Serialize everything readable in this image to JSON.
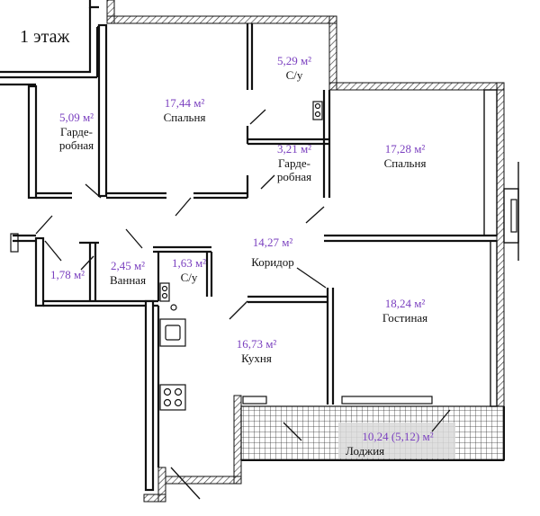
{
  "floor_label": "1 этаж",
  "colors": {
    "area": "#7a3fbf",
    "wall": "#111111",
    "hatch": "#555555",
    "loggia_fill": "#d9d9d9"
  },
  "rooms": [
    {
      "id": "wardrobe-left",
      "area": "5,09 м²",
      "name": "Гарде-\nробная"
    },
    {
      "id": "bedroom-top",
      "area": "17,44 м²",
      "name": "Спальня"
    },
    {
      "id": "bath-top",
      "area": "5,29 м²",
      "name": "С/у"
    },
    {
      "id": "wardrobe-mid",
      "area": "3,21 м²",
      "name": "Гарде-\nробная"
    },
    {
      "id": "bedroom-right",
      "area": "17,28 м²",
      "name": "Спальня"
    },
    {
      "id": "corridor",
      "area": "14,27 м²",
      "name": "Коридор"
    },
    {
      "id": "closet-small",
      "area": "1,78 м²",
      "name": ""
    },
    {
      "id": "bathroom",
      "area": "2,45 м²",
      "name": "Ванная"
    },
    {
      "id": "wc-small",
      "area": "1,63 м²",
      "name": "С/у"
    },
    {
      "id": "living",
      "area": "18,24 м²",
      "name": "Гостиная"
    },
    {
      "id": "kitchen",
      "area": "16,73 м²",
      "name": "Кухня"
    },
    {
      "id": "loggia",
      "area": "10,24   (5,12) м²",
      "name": "Лоджия"
    }
  ]
}
